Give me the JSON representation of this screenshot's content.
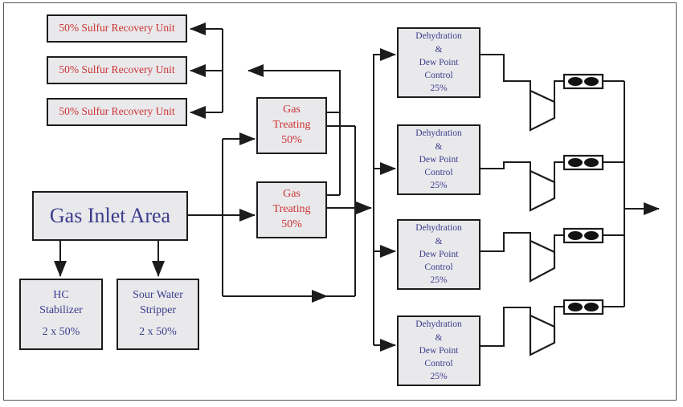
{
  "colors": {
    "box-fill": "#e9e9ec",
    "box-border": "#1c1c1c",
    "line-color": "#1c1c1c",
    "red-text": "#cc3333",
    "blue-text": "#3b3b8c",
    "frame-color": "#555555",
    "cooler-fill": "#121212"
  },
  "nodes": {
    "sulfur_recovery_1": {
      "label": "50% Sulfur Recovery Unit"
    },
    "sulfur_recovery_2": {
      "label": "50% Sulfur Recovery Unit"
    },
    "sulfur_recovery_3": {
      "label": "50% Sulfur Recovery Unit"
    },
    "gas_inlet_area": {
      "label": "Gas Inlet Area"
    },
    "hc_stabilizer": {
      "lines": [
        "HC",
        "Stabilizer",
        "2 x 50%"
      ]
    },
    "sour_water_stripper": {
      "lines": [
        "Sour Water",
        "Stripper",
        "2 x 50%"
      ]
    },
    "gas_treating_1": {
      "lines": [
        "Gas",
        "Treating",
        "50%"
      ]
    },
    "gas_treating_2": {
      "lines": [
        "Gas",
        "Treating",
        "50%"
      ]
    },
    "dehydration_1": {
      "lines": [
        "Dehydration",
        "&",
        "Dew Point",
        "Control",
        "25%"
      ]
    },
    "dehydration_2": {
      "lines": [
        "Dehydration",
        "&",
        "Dew Point",
        "Control",
        "25%"
      ]
    },
    "dehydration_3": {
      "lines": [
        "Dehydration",
        "&",
        "Dew Point",
        "Control",
        "25%"
      ]
    },
    "dehydration_4": {
      "lines": [
        "Dehydration",
        "&",
        "Dew Point",
        "Control",
        "25%"
      ]
    }
  }
}
